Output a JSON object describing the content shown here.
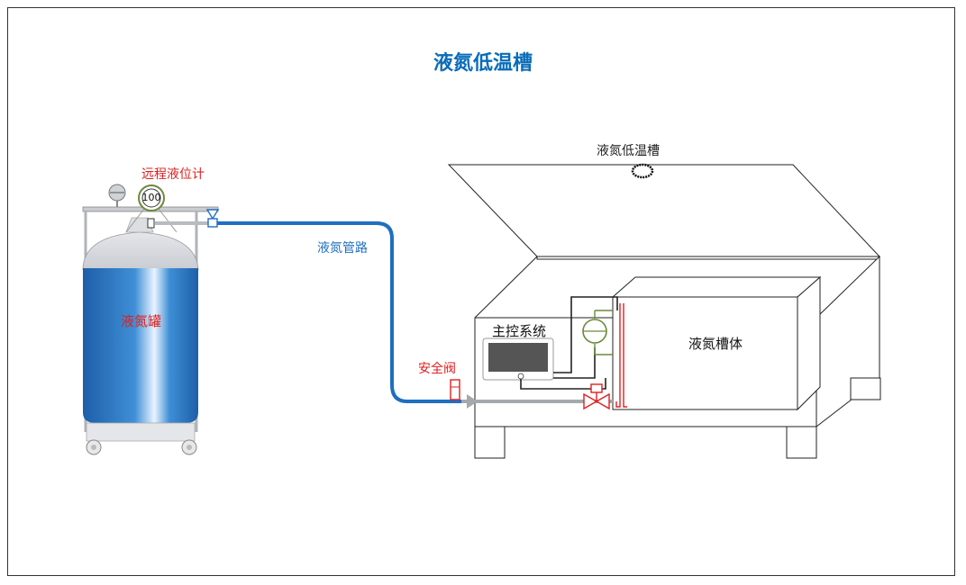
{
  "title": "液氮低温槽",
  "labels": {
    "box_top": "液氮低温槽",
    "level_gauge": "远程液位计",
    "pipeline": "液氮管路",
    "tank": "液氮罐",
    "control_system": "主控系统",
    "safety_valve": "安全阀",
    "tank_body": "液氮槽体"
  },
  "gauge_reading": "100",
  "colors": {
    "title": "#0b6cb8",
    "pipe": "#1f6fc0",
    "red_label": "#e02020",
    "blue_label": "#1f6fc0",
    "outline": "#222222"
  }
}
